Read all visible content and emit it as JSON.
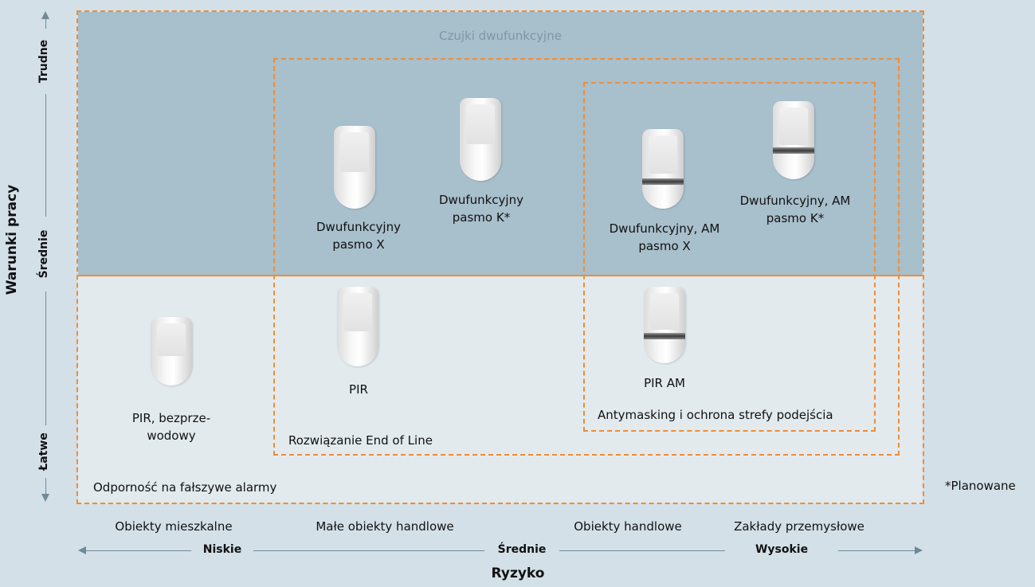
{
  "header_note": "Czujki dwufunkcyjne",
  "y_axis": {
    "title": "Warunki pracy",
    "levels": [
      "Trudne",
      "Średnie",
      "Łatwe"
    ]
  },
  "x_axis": {
    "title": "Ryzyko",
    "levels": [
      "Niskie",
      "Średnie",
      "Wysokie"
    ],
    "categories": [
      "Obiekty mieszkalne",
      "Małe obiekty handlowe",
      "Obiekty handlowe",
      "Zakłady przemysłowe"
    ]
  },
  "zones": {
    "outer": "Odporność na fałszywe alarmy",
    "end_of_line": "Rozwiązanie End of Line",
    "antimasking": "Antymasking i ochrona strefy podejścia"
  },
  "sensors": {
    "pir_wireless": "PIR, bezprze-\nwodowy",
    "pir": "PIR",
    "dual_x": "Dwufunkcyjny\npasmo X",
    "dual_k": "Dwufunkcyjny\npasmo K*",
    "dual_am_x": "Dwufunkcyjny, AM\npasmo X",
    "dual_am_k": "Dwufunkcyjny, AM\npasmo K*",
    "pir_am": "PIR AM"
  },
  "footnote": "*Planowane",
  "colors": {
    "background": "#d3e0e7",
    "top_band": "#a8bfcc",
    "bottom_band": "#e2eaee",
    "accent_orange": "#f08c34",
    "axis": "#6f8a99"
  }
}
